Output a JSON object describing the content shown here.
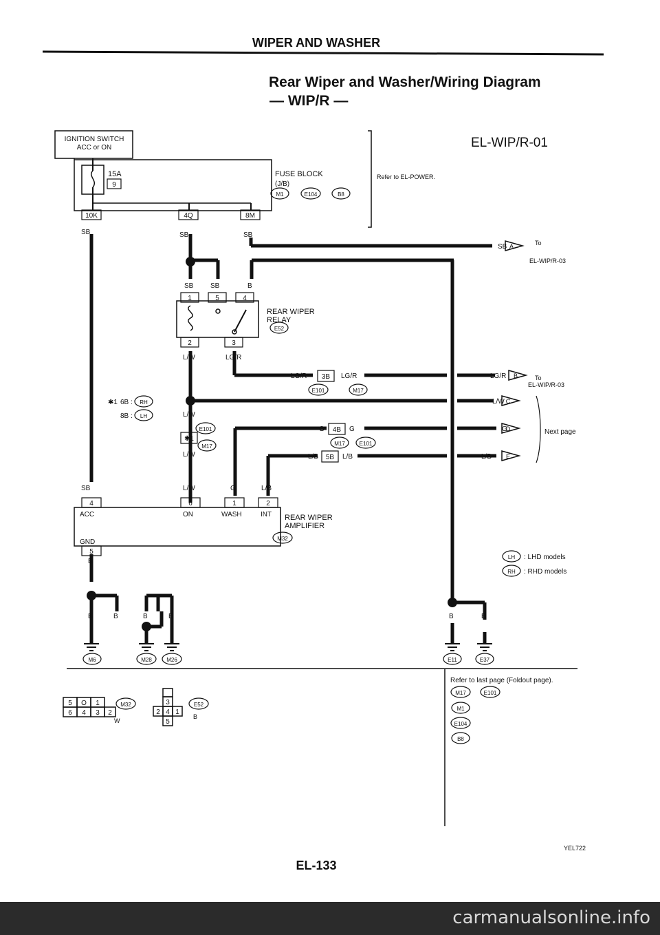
{
  "header": {
    "section": "WIPER AND WASHER",
    "title_line1": "Rear Wiper and Washer/Wiring Diagram",
    "title_line2": "— WIP/R —",
    "code": "EL-WIP/R-01"
  },
  "ignition": {
    "line1": "IGNITION SWITCH",
    "line2": "ACC or ON"
  },
  "fuse": {
    "amp": "15A",
    "num": "9",
    "label": "FUSE BLOCK",
    "sub": "(J/B)",
    "ref": "Refer to EL-POWER.",
    "conn": [
      "M1",
      "E104",
      "B8"
    ],
    "pin_left": "10K",
    "pin_mid": "4Q",
    "pin_right": "8M"
  },
  "relay": {
    "label1": "REAR WIPER",
    "label2": "RELAY",
    "conn": "E52",
    "pins": [
      "1",
      "5",
      "4",
      "2",
      "3"
    ]
  },
  "amp": {
    "label1": "REAR WIPER",
    "label2": "AMPLIFIER",
    "conn": "M32",
    "pins": [
      "4",
      "6",
      "1",
      "2",
      "5"
    ],
    "acc": "ACC",
    "gnd": "GND",
    "on": "ON",
    "wash": "WASH",
    "int": "INT"
  },
  "wires": {
    "sb": "SB",
    "b": "B",
    "lw": "L/W",
    "lgr": "LG/R",
    "g": "G",
    "lb": "L/B"
  },
  "joints": {
    "j3b": "3B",
    "j4b": "4B",
    "j5b": "5B",
    "e101": "E101",
    "m17": "M17",
    "star1": "✱1",
    "star1_6b": "6B :",
    "star1_8b": "8B :",
    "rh": "RH",
    "lh": "LH",
    "starpin": "✱1"
  },
  "outputs": {
    "a": "A",
    "b": "B",
    "c": "C",
    "d": "D",
    "e": "E",
    "to": "To",
    "ref03": "EL-WIP/R-03",
    "next_page": "Next page"
  },
  "legend": {
    "lh": "LH",
    "lh_text": ": LHD models",
    "rh": "RH",
    "rh_text": ": RHD models"
  },
  "grounds": {
    "m6": "M6",
    "m28": "M28",
    "m26": "M26",
    "e11": "E11",
    "e37": "E37"
  },
  "connectors": {
    "m32": "M32",
    "m32_color": "W",
    "e52": "E52",
    "e52_color": "B",
    "m32_row1": [
      "5",
      "O",
      "1"
    ],
    "m32_row2": [
      "6",
      "4",
      "3",
      "2"
    ],
    "e52_pins": [
      "3",
      "2",
      "4",
      "1",
      "5"
    ]
  },
  "refer_box": {
    "title": "Refer to last page (Foldout page).",
    "items": [
      "M17",
      "E101",
      "M1",
      "E104",
      "B8"
    ]
  },
  "footer": {
    "page": "EL-133",
    "code": "YEL722",
    "watermark": "carmanualsonline.info"
  }
}
